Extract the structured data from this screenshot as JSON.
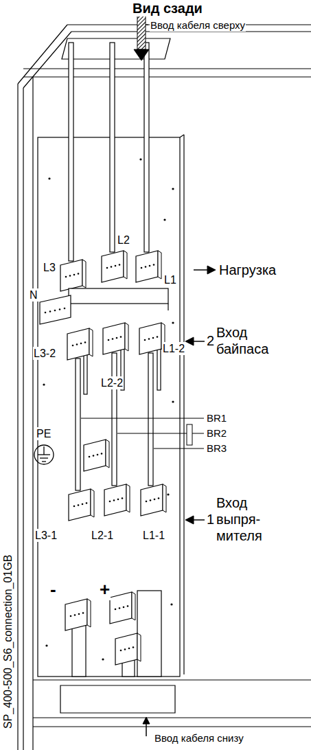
{
  "diagram": {
    "title": "Вид сзади",
    "labels": [
      "Ввод кабеля сверху",
      "L3",
      "L2",
      "L1",
      "N",
      "Нагрузка",
      "L3-2",
      "L2-2",
      "L1-2",
      "2",
      "Вход байпаса",
      "BR1",
      "BR2",
      "BR3",
      "PE",
      "L3-1",
      "L2-1",
      "L1-1",
      "1",
      "Вход выпря- мителя",
      "-",
      "+",
      "SP_400-500_S6_connection_01GB",
      "Ввод кабеля снизу"
    ]
  }
}
